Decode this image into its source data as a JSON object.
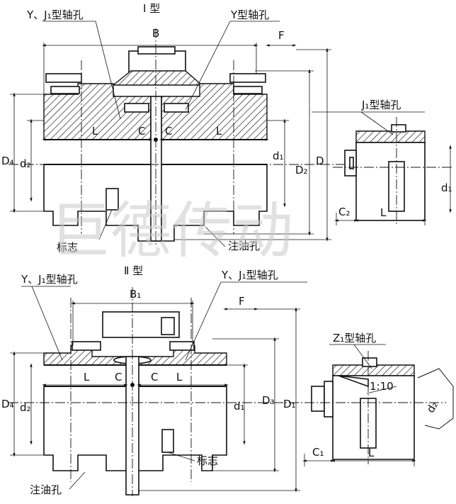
{
  "type_I": {
    "title": "Ⅰ 型",
    "bore_label_left": "Y、J₁型轴孔",
    "bore_label_right": "Y型轴孔",
    "dims": {
      "B": "B",
      "F": "F",
      "L_left": "L",
      "L_right": "L",
      "C_left": "C",
      "C_right": "C",
      "D4": "D₄",
      "d2": "d₂",
      "d1": "d₁",
      "D2": "D₂",
      "D": "D"
    },
    "mark_label": "标志",
    "oil_label": "注油孔"
  },
  "side_J1": {
    "bore_label": "J₁型轴孔",
    "dims": {
      "C2": "C₂",
      "L": "L",
      "d1": "d₁"
    }
  },
  "type_II": {
    "title": "Ⅱ 型",
    "bore_label_left": "Y、J₁型轴孔",
    "bore_label_right": "Y、J₁型轴孔",
    "dims": {
      "B1": "B₁",
      "F": "F",
      "L_left": "L",
      "L_right": "L",
      "C_left": "C",
      "C_right": "C",
      "D4": "D₄",
      "d2": "d₂",
      "d1": "d₁",
      "D3": "D₃",
      "D1": "D₁"
    },
    "mark_label": "标志",
    "oil_label": "注油孔"
  },
  "side_Z1": {
    "bore_label": "Z₁型轴孔",
    "taper": "1:10",
    "dims": {
      "C1": "C₁",
      "L": "L",
      "d2": "d₂"
    }
  },
  "watermark": "巨德传动"
}
